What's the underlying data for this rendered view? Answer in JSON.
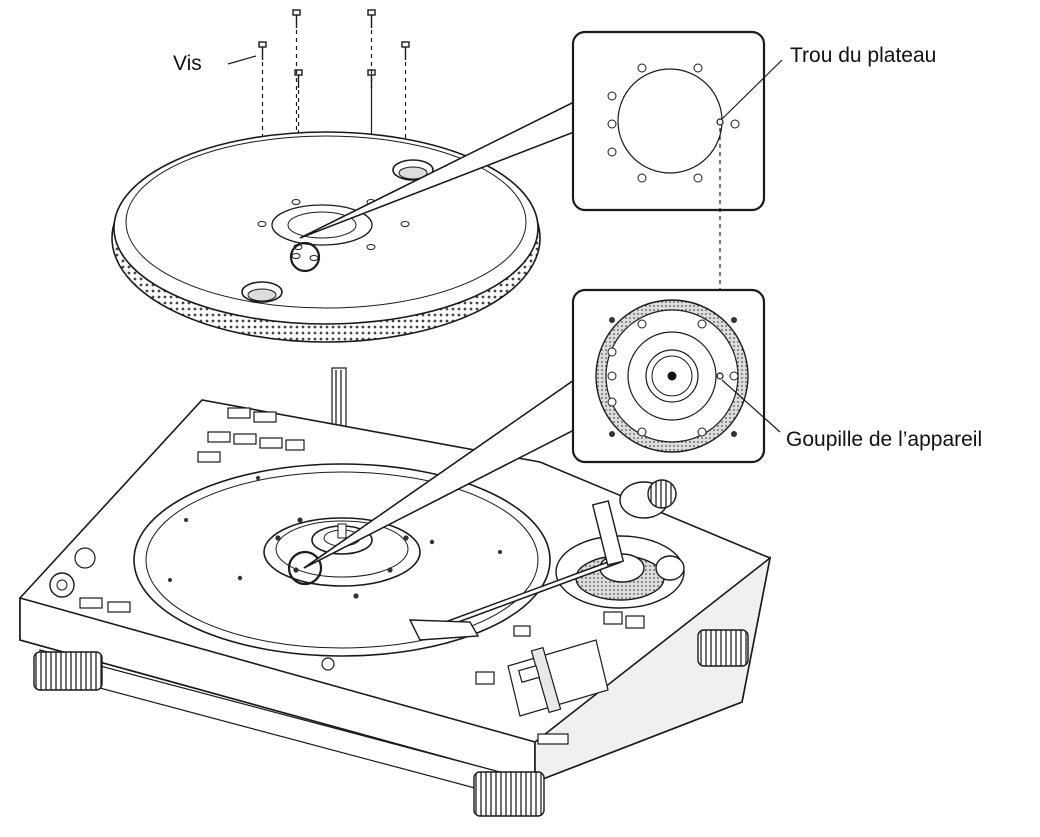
{
  "labels": {
    "screw": "Vis",
    "platter_hole": "Trou du plateau",
    "unit_pin": "Goupille de l’appareil"
  },
  "colors": {
    "line": "#1a1a1a",
    "background": "#ffffff",
    "shade": "#bbbbbb"
  }
}
